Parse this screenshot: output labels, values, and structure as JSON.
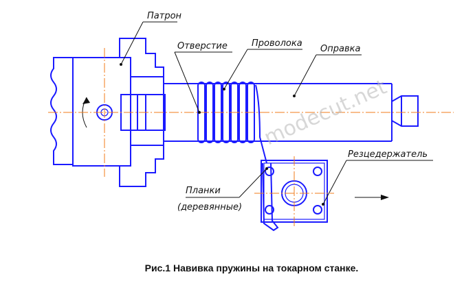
{
  "labels": {
    "chuck": "Патрон",
    "hole": "Отверстие",
    "wire": "Проволока",
    "mandrel": "Оправка",
    "tool_holder": "Резцедержатель",
    "planks_line1": "Планки",
    "planks_line2": "(деревянные)"
  },
  "watermark": "modecut.net",
  "caption": "Рис.1 Навивка пружины на токарном станке.",
  "colors": {
    "drawing": "#1a1aff",
    "axis": "#f07b1a",
    "text": "#111111",
    "watermark": "#b8b8b8"
  }
}
